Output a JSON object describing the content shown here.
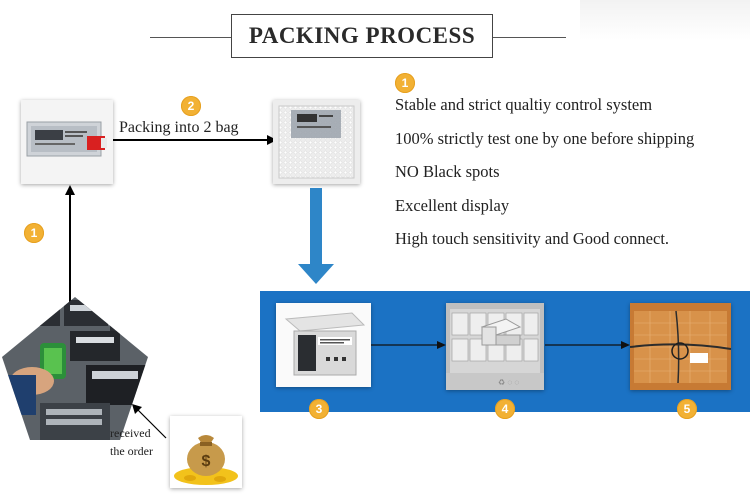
{
  "title": "PACKING PROCESS",
  "features": [
    "Stable and strict qualtiy control system",
    "100% strictly test one by one before shipping",
    "NO Black spots",
    "Excellent display",
    "High touch sensitivity and Good connect."
  ],
  "arrow_label": "Packing into 2 bag",
  "received_label": [
    "received",
    "the order"
  ],
  "badges": {
    "features": "1",
    "bag_step": "2",
    "order_step": "1",
    "box": "3",
    "carton": "4",
    "final_pack": "5"
  },
  "colors": {
    "badge": "#f2b134",
    "panel": "#1b72c4",
    "down_arrow": "#2e86c8"
  },
  "icons": {
    "money": "money-bag-icon"
  }
}
